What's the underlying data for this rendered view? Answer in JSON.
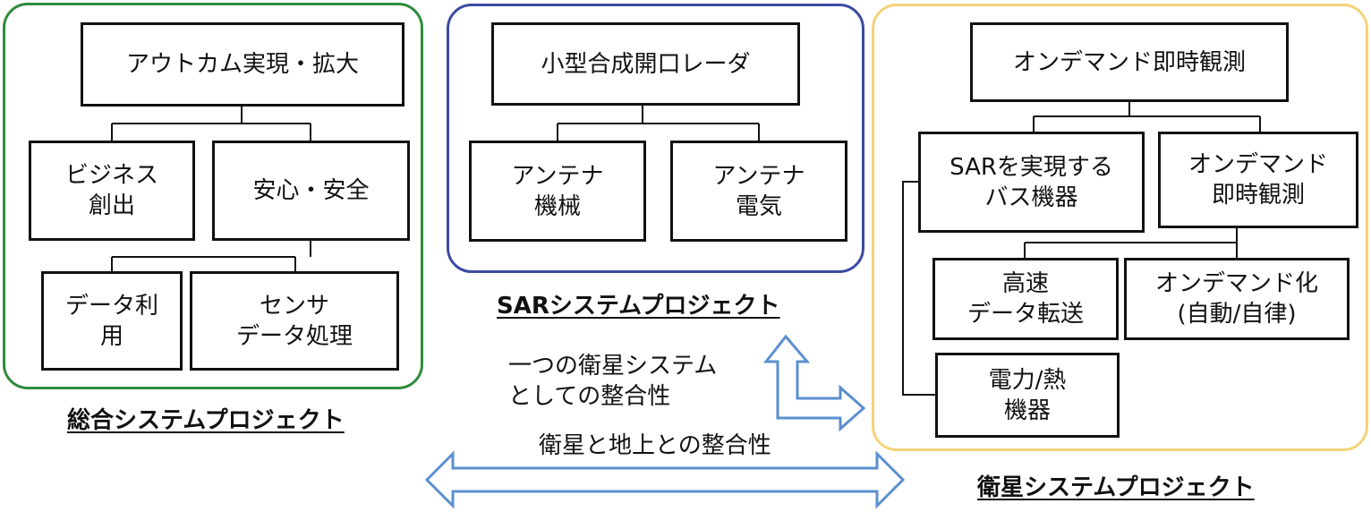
{
  "colors": {
    "green": "#2e8b3d",
    "navy": "#3b4aa0",
    "gold": "#f5d27a",
    "arrow": "#5b8fcf"
  },
  "left": {
    "title": "総合システムプロジェクト",
    "top": "アウトカム実現・拡大",
    "mid_left": "ビジネス\n創出",
    "mid_right": "安心・安全",
    "bot_left": "データ利\n用",
    "bot_right": "センサ\nデータ処理"
  },
  "center": {
    "title": "SARシステムプロジェクト",
    "top": "小型合成開口レーダ",
    "left": "アンテナ\n機械",
    "right": "アンテナ\n電気"
  },
  "right": {
    "title": "衛星システムプロジェクト",
    "top": "オンデマンド即時観測",
    "mid_left": "SARを実現する\nバス機器",
    "mid_right": "オンデマンド\n即時観測",
    "bot_left": "高速\nデータ転送",
    "bot_right": "オンデマンド化\n(自動/自律)",
    "power": "電力/熱\n機器"
  },
  "notes": {
    "satellite_system": "一つの衛星システム\nとしての整合性",
    "ground": "衛星と地上との整合性"
  }
}
